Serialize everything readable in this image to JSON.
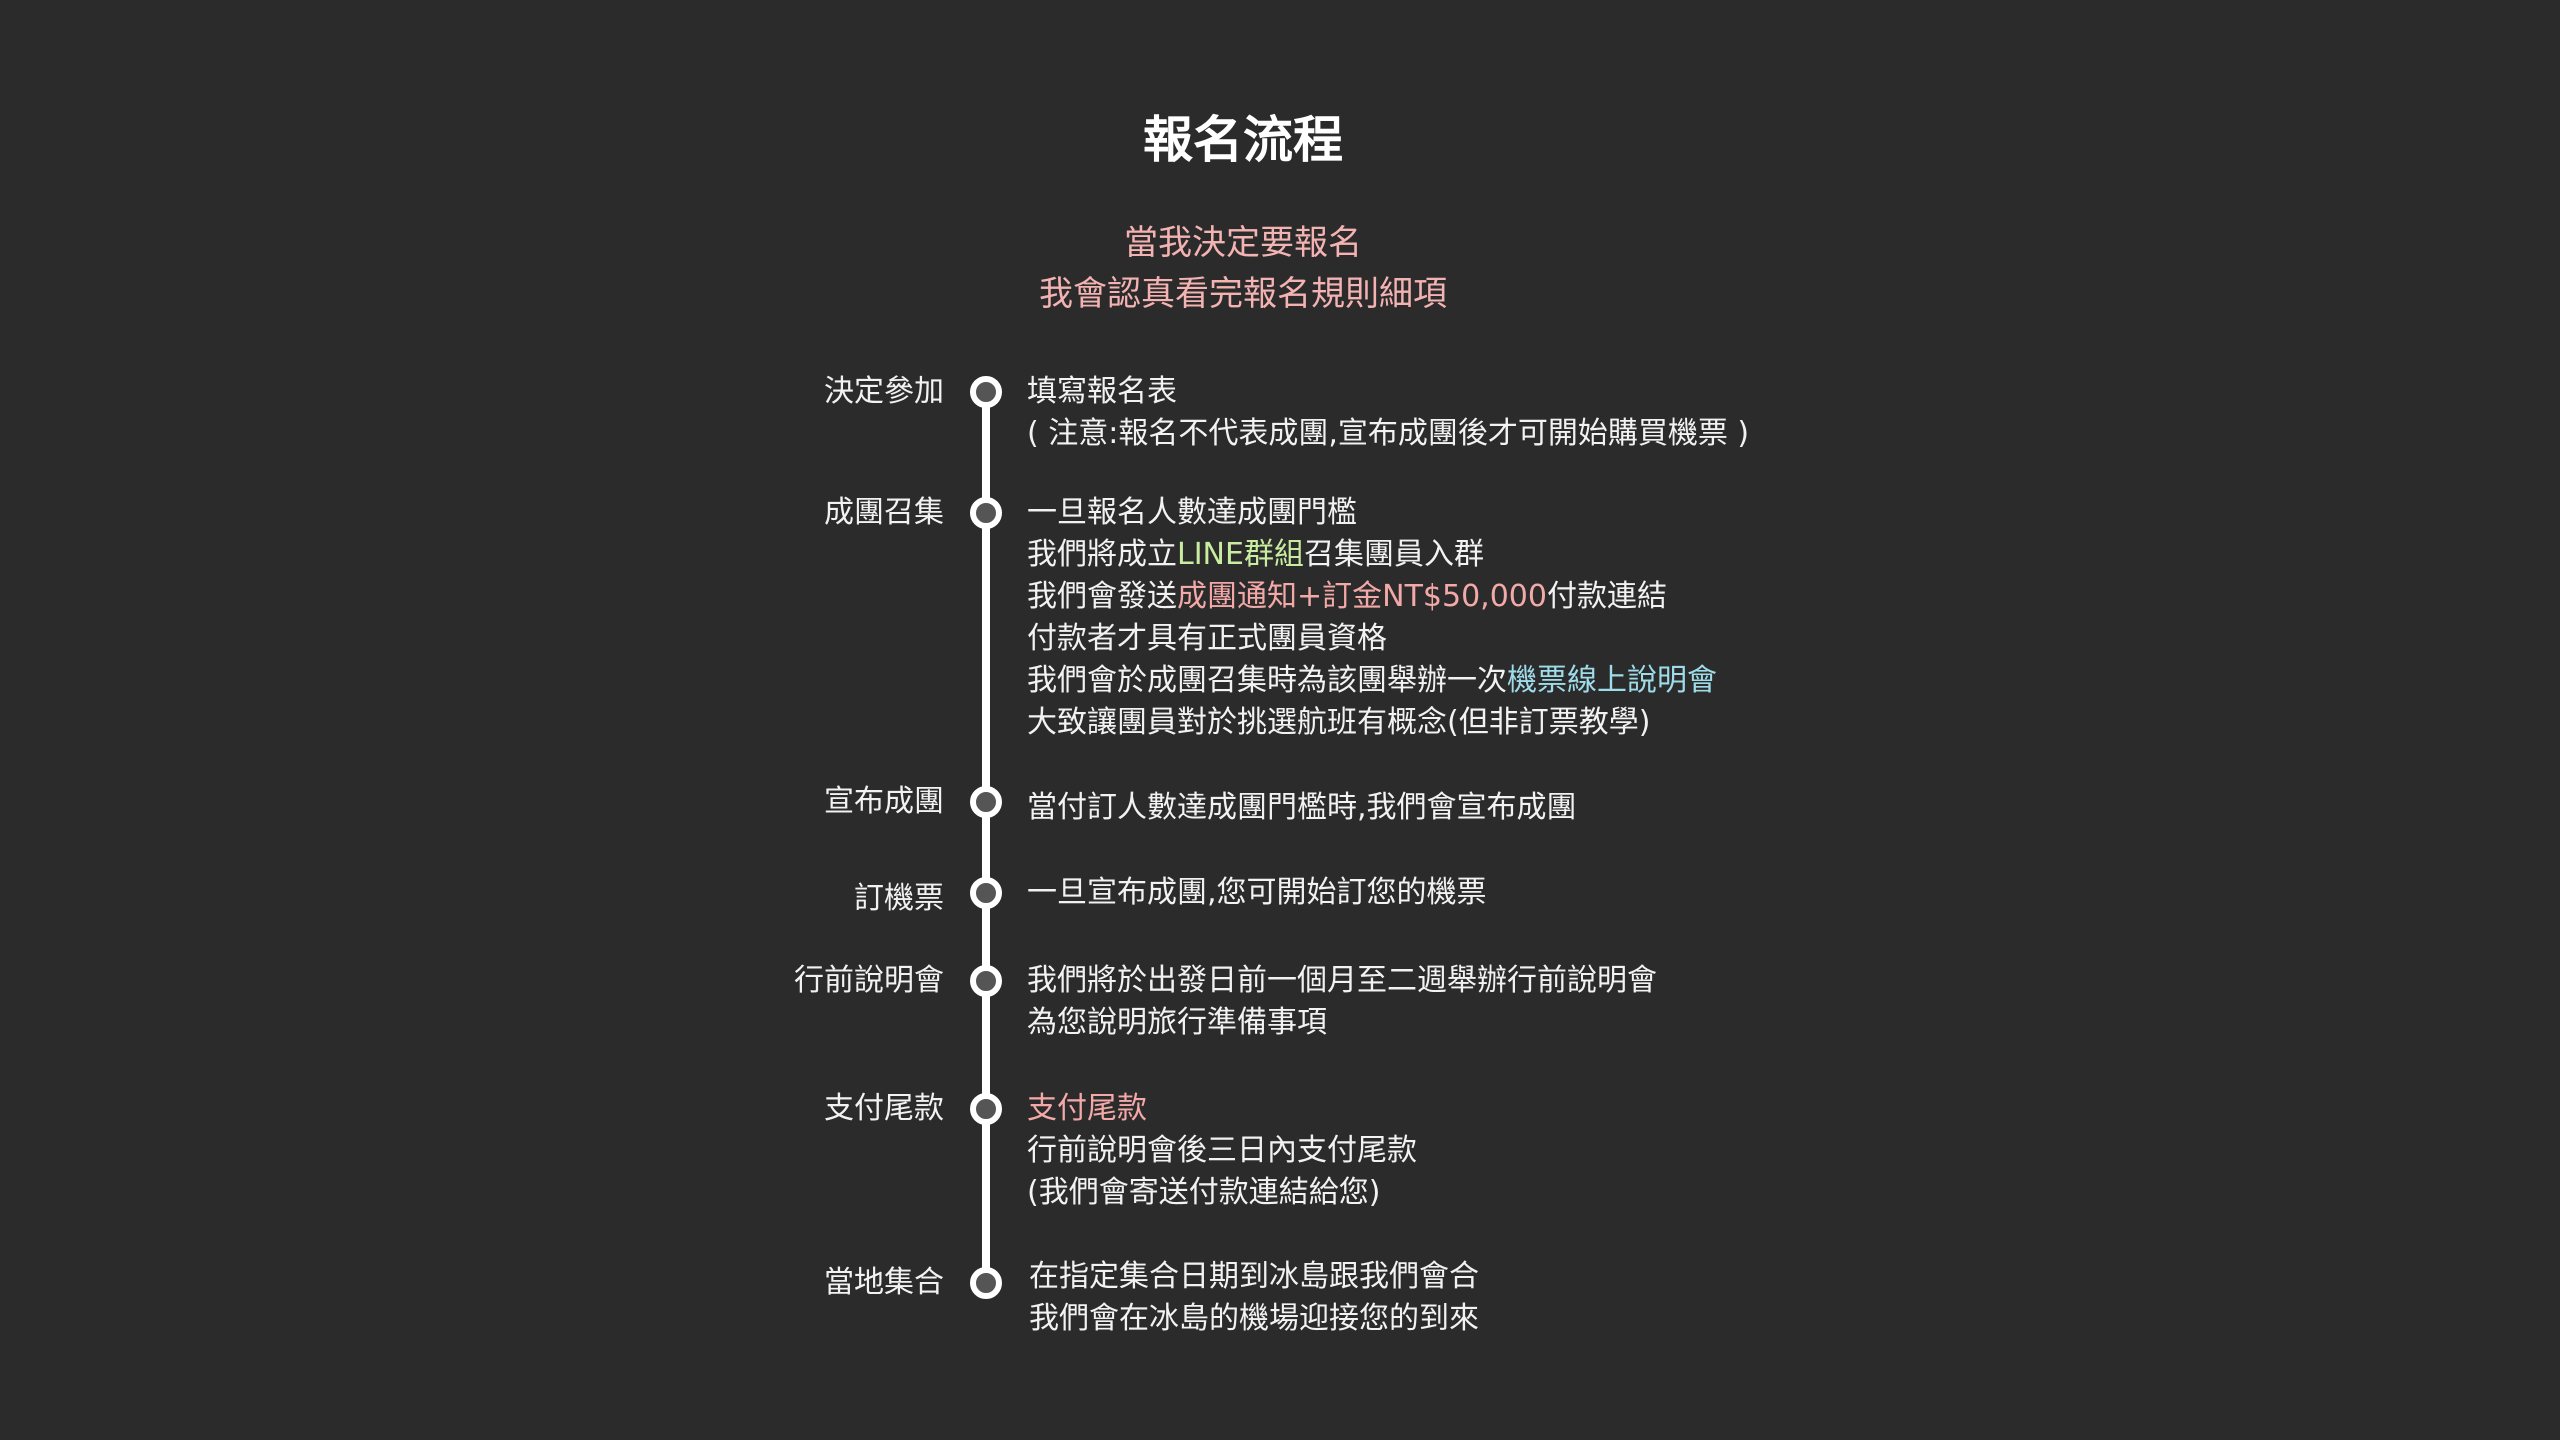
{
  "title": "報名流程",
  "subtitle": [
    "當我決定要報名",
    "我會認真看完報名規則細項"
  ],
  "colors": {
    "background": "#2b2b2b",
    "pink": "#f4a9a9",
    "green": "#c8eca0",
    "blue": "#9fdcea"
  },
  "steps": [
    {
      "label": "決定參加",
      "lines": [
        [
          "填寫報名表"
        ],
        [
          "( 注意:報名不代表成團,宣布成團後才可開始購買機票 )"
        ]
      ]
    },
    {
      "label": "成團召集",
      "lines": [
        [
          "一旦報名人數達成團門檻"
        ],
        [
          "我們將成立",
          "LINE群組",
          "召集團員入群"
        ],
        [
          "我們會發送",
          "成團通知+訂金NT$50,000",
          "付款連結"
        ],
        [
          "付款者才具有正式團員資格"
        ],
        [
          "我們會於成團召集時為該團舉辦一次",
          "機票線上說明會"
        ],
        [
          "大致讓團員對於挑選航班有概念(但非訂票教學)"
        ]
      ]
    },
    {
      "label": "宣布成團",
      "lines": [
        [
          "當付訂人數達成團門檻時,我們會宣布成團"
        ]
      ]
    },
    {
      "label": "訂機票",
      "lines": [
        [
          "一旦宣布成團,您可開始訂您的機票"
        ]
      ]
    },
    {
      "label": "行前說明會",
      "lines": [
        [
          "我們將於出發日前一個月至二週舉辦行前說明會"
        ],
        [
          "為您說明旅行準備事項"
        ]
      ]
    },
    {
      "label": "支付尾款",
      "lines": [
        [
          "支付尾款"
        ],
        [
          "行前說明會後三日內支付尾款"
        ],
        [
          "(我們會寄送付款連結給您)"
        ]
      ]
    },
    {
      "label": "當地集合",
      "lines": [
        [
          "在指定集合日期到冰島跟我們會合"
        ],
        [
          "我們會在冰島的機場迎接您的到來"
        ]
      ]
    }
  ]
}
